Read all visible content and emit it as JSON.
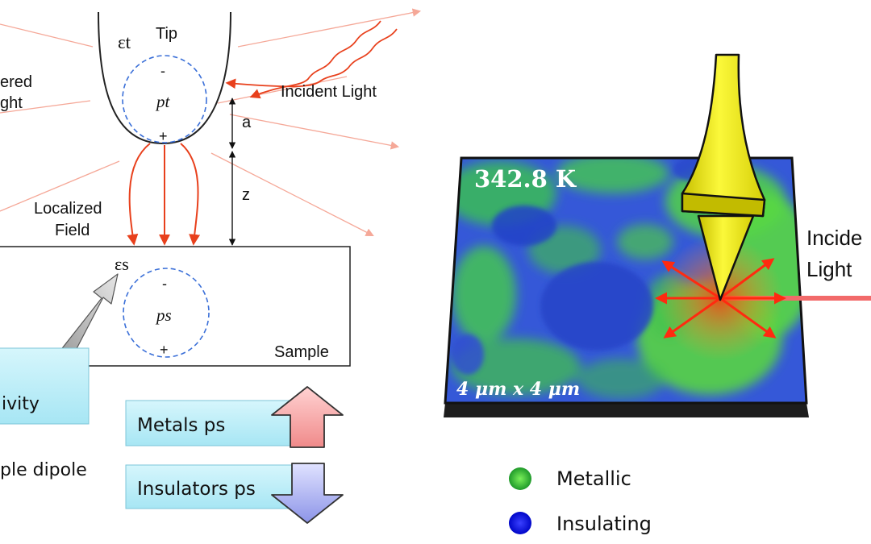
{
  "left_diagram": {
    "tip_label": "Tip",
    "eps_t": "εt",
    "dipole_t_label": "pt",
    "scattered_label_line1": "ered",
    "scattered_label_line2": "ght",
    "incident_light_label": "Incident Light",
    "distance_a": "a",
    "distance_z": "z",
    "localized_field_line1": "Localized",
    "localized_field_line2": "Field",
    "eps_s": "εs",
    "dipole_s_label": "ps",
    "minus_sign": "-",
    "plus_sign": "+",
    "sample_label": "Sample",
    "cut_box_text": "ivity",
    "cut_caption": "ple dipole",
    "metals_label": "Metals ps",
    "insulators_label": "Insulators ps"
  },
  "right_diagram": {
    "temperature_label": "342.8 K",
    "scale_label": "4 μm x 4 μm",
    "incident_line1": "Incide",
    "incident_line2": "Light"
  },
  "legend": {
    "metallic_label": "Metallic",
    "insulating_label": "Insulating"
  },
  "colors": {
    "field_arrow": "#e8401c",
    "scattered_ray": "#f5a898",
    "dipole_circle": "#3a6fd8",
    "metals_arrow": "#f4a6a6",
    "insulators_arrow": "#a8aef0",
    "box_fill": "#bfeef8",
    "tip_yellow": "#f2ee1a",
    "map_blue": "#2a4fd0",
    "map_green": "#3ed83a",
    "legend_metallic": "#3cc83a",
    "legend_insulating": "#0a10f0"
  }
}
